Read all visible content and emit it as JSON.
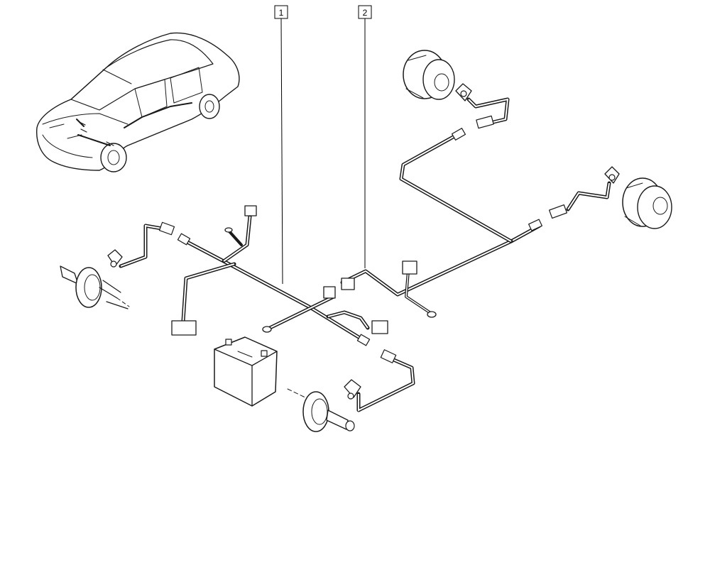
{
  "callouts": [
    {
      "number": "1"
    },
    {
      "number": "2"
    }
  ],
  "colors": {
    "ink": "#1a1a1a",
    "background": "#ffffff",
    "shade": "#bdbdbd"
  },
  "components": {
    "vehicle": "car-overview-icon",
    "battery": "battery-icon",
    "front_left_sensor": "wheel-speed-sensor-icon",
    "front_right_sensor": "wheel-speed-sensor-icon",
    "rear_left_sensor": "wheel-speed-sensor-icon",
    "rear_right_sensor": "wheel-speed-sensor-icon",
    "harness_1": "wiring-harness",
    "harness_2": "wiring-harness"
  }
}
